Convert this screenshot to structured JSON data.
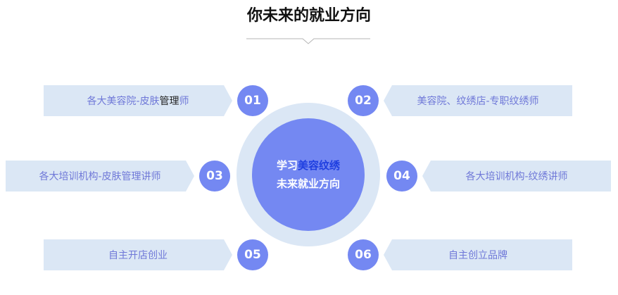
{
  "title": "你未来的就业方向",
  "center": {
    "line1_prefix": "学习",
    "line1_highlight": "美容纹绣",
    "line2": "未来就业方向"
  },
  "items": [
    {
      "num": "01",
      "text_a": "各大美容院-皮肤",
      "text_b": "管理",
      "text_c": "师"
    },
    {
      "num": "02",
      "text": "美容院、纹绣店-专职纹绣师"
    },
    {
      "num": "03",
      "text": "各大培训机构-皮肤管理讲师"
    },
    {
      "num": "04",
      "text": "各大培训机构-纹绣讲师"
    },
    {
      "num": "05",
      "text": "自主开店创业"
    },
    {
      "num": "06",
      "text": "自主创立品牌"
    }
  ],
  "colors": {
    "accent": "#7488f2",
    "panel": "#dbe7f5",
    "label_text": "#6f78d8",
    "highlight": "#1f3fe0"
  }
}
